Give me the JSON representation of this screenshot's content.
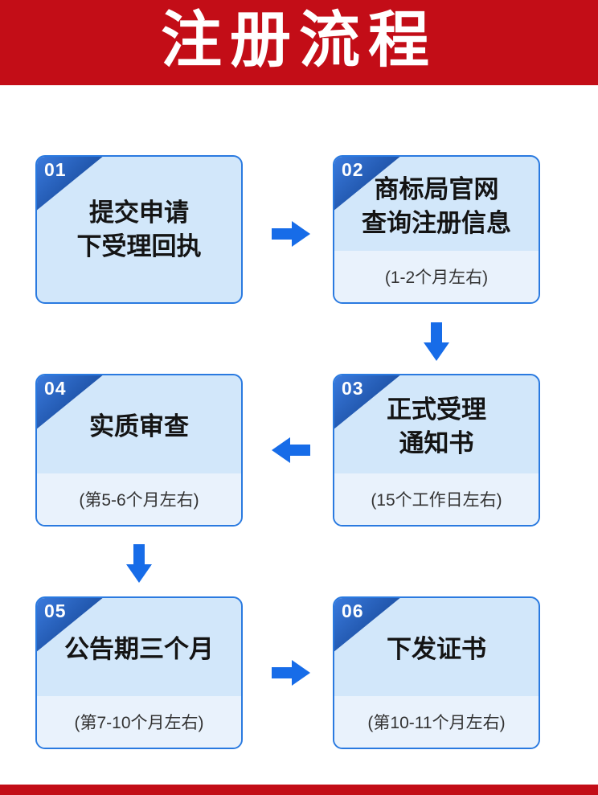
{
  "header": {
    "title": "注册流程"
  },
  "steps": [
    {
      "number": "01",
      "title": "提交申请\n下受理回执",
      "note": ""
    },
    {
      "number": "02",
      "title": "商标局官网\n查询注册信息",
      "note": "(1-2个月左右)"
    },
    {
      "number": "03",
      "title": "正式受理\n通知书",
      "note": "(15个工作日左右)"
    },
    {
      "number": "04",
      "title": "实质审查",
      "note": "(第5-6个月左右)"
    },
    {
      "number": "05",
      "title": "公告期三个月",
      "note": "(第7-10个月左右)"
    },
    {
      "number": "06",
      "title": "下发证书",
      "note": "(第10-11个月左右)"
    }
  ],
  "colors": {
    "banner-red": "#c30d17",
    "arrow-blue": "#176ce8",
    "card-border": "#2a7ae0",
    "card-top": "#d2e7fa",
    "card-note": "#e9f2fc",
    "badge-1": "#3b7ce0",
    "badge-2": "#12418f",
    "title-color": "#141414",
    "note-color": "#333333",
    "banner-text": "#ffffff"
  }
}
